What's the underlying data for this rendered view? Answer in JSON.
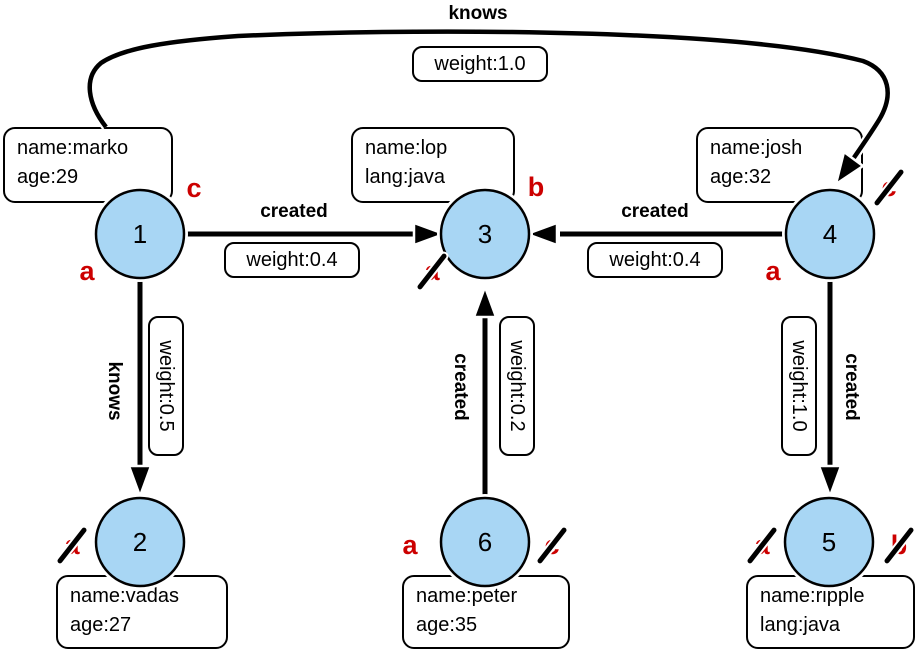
{
  "graph": {
    "nodes": [
      {
        "id": "1",
        "prop1": "name:marko",
        "prop2": "age:29"
      },
      {
        "id": "2",
        "prop1": "name:vadas",
        "prop2": "age:27"
      },
      {
        "id": "3",
        "prop1": "name:lop",
        "prop2": "lang:java"
      },
      {
        "id": "4",
        "prop1": "name:josh",
        "prop2": "age:32"
      },
      {
        "id": "5",
        "prop1": "name:ripple",
        "prop2": "lang:java"
      },
      {
        "id": "6",
        "prop1": "name:peter",
        "prop2": "age:35"
      }
    ],
    "edges": [
      {
        "from": "1",
        "to": "4",
        "label": "knows",
        "weight": "weight:1.0"
      },
      {
        "from": "1",
        "to": "3",
        "label": "created",
        "weight": "weight:0.4"
      },
      {
        "from": "4",
        "to": "3",
        "label": "created",
        "weight": "weight:0.4"
      },
      {
        "from": "1",
        "to": "2",
        "label": "knows",
        "weight": "weight:0.5"
      },
      {
        "from": "6",
        "to": "3",
        "label": "created",
        "weight": "weight:0.2"
      },
      {
        "from": "4",
        "to": "5",
        "label": "created",
        "weight": "weight:1.0"
      }
    ],
    "markers": [
      {
        "node": "1",
        "letter": "c",
        "struck": false
      },
      {
        "node": "1",
        "letter": "a",
        "struck": false
      },
      {
        "node": "3",
        "letter": "b",
        "struck": false
      },
      {
        "node": "3",
        "letter": "a",
        "struck": true
      },
      {
        "node": "4",
        "letter": "c",
        "struck": true
      },
      {
        "node": "4",
        "letter": "a",
        "struck": false
      },
      {
        "node": "2",
        "letter": "a",
        "struck": true
      },
      {
        "node": "6",
        "letter": "a",
        "struck": false
      },
      {
        "node": "6",
        "letter": "c",
        "struck": true
      },
      {
        "node": "5",
        "letter": "a",
        "struck": true
      },
      {
        "node": "5",
        "letter": "b",
        "struck": true
      }
    ],
    "colors": {
      "node_fill": "#A8D6F4",
      "node_stroke": "#000000",
      "edge": "#000000",
      "marker_letter": "#CC0000",
      "background": "#FFFFFF"
    }
  }
}
